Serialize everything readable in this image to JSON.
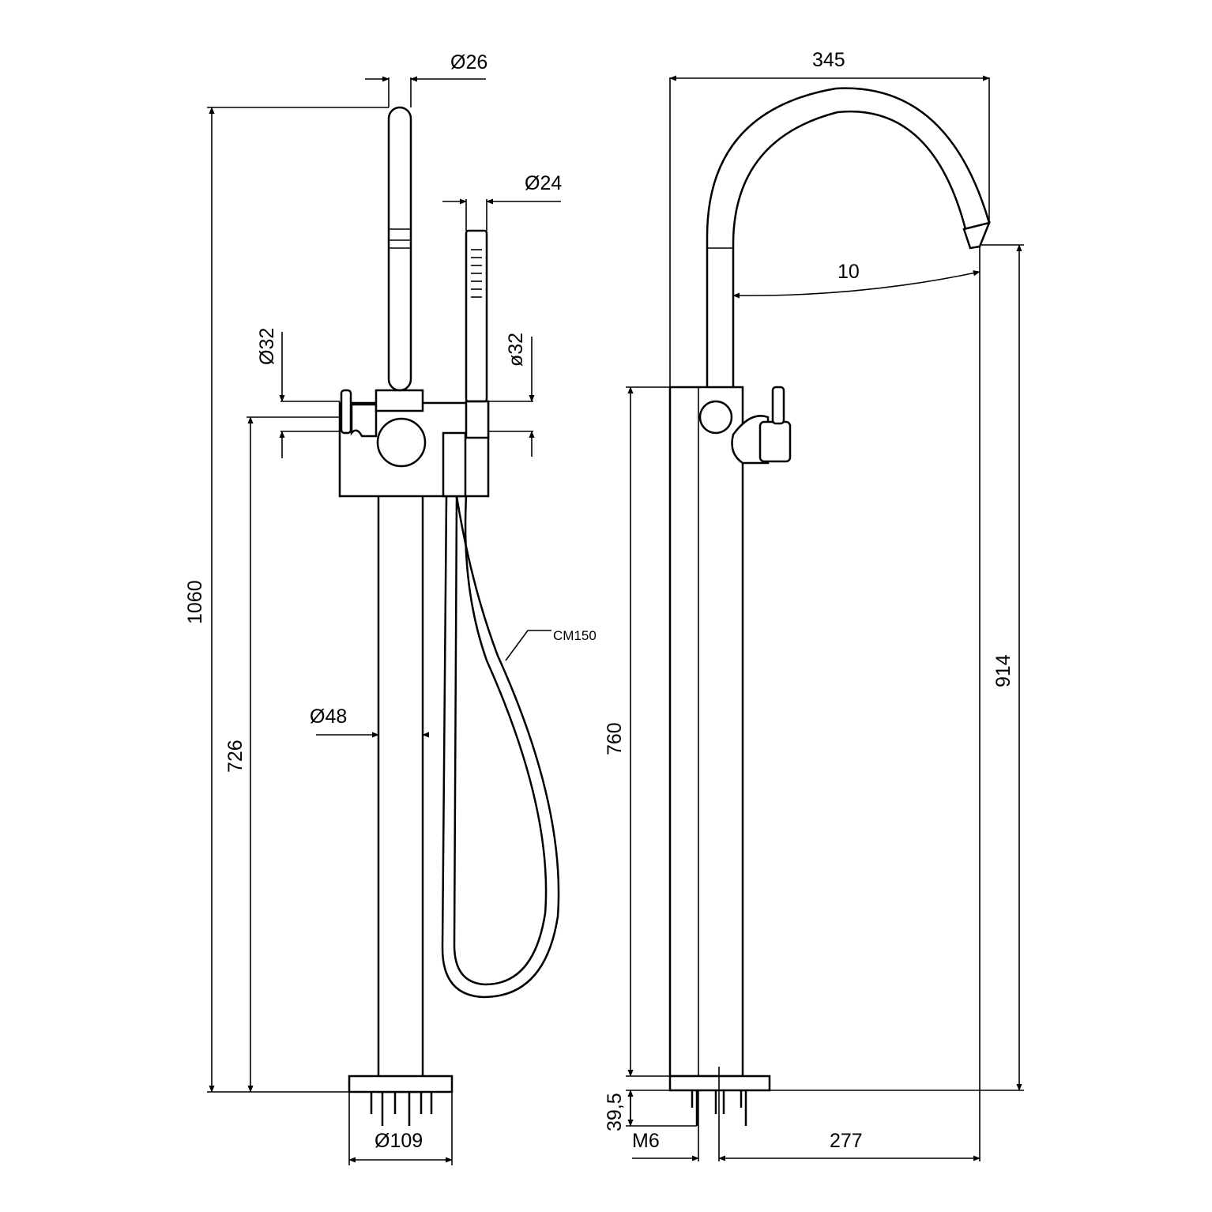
{
  "dimensions": {
    "shower_head_diameter": "Ø26",
    "hand_shower_diameter": "Ø24",
    "body_diameter_left": "Ø32",
    "body_diameter_right": "ø32",
    "total_height": "1060",
    "body_height": "726",
    "column_diameter": "Ø48",
    "base_diameter": "Ø109",
    "hose_label": "CM150",
    "spout_reach": "345",
    "spout_offset": "10",
    "spout_height": "914",
    "side_body_height": "760",
    "base_thickness": "39,5",
    "thread": "M6",
    "base_to_outlet": "277"
  },
  "colors": {
    "line": "#000000",
    "background": "#ffffff"
  }
}
